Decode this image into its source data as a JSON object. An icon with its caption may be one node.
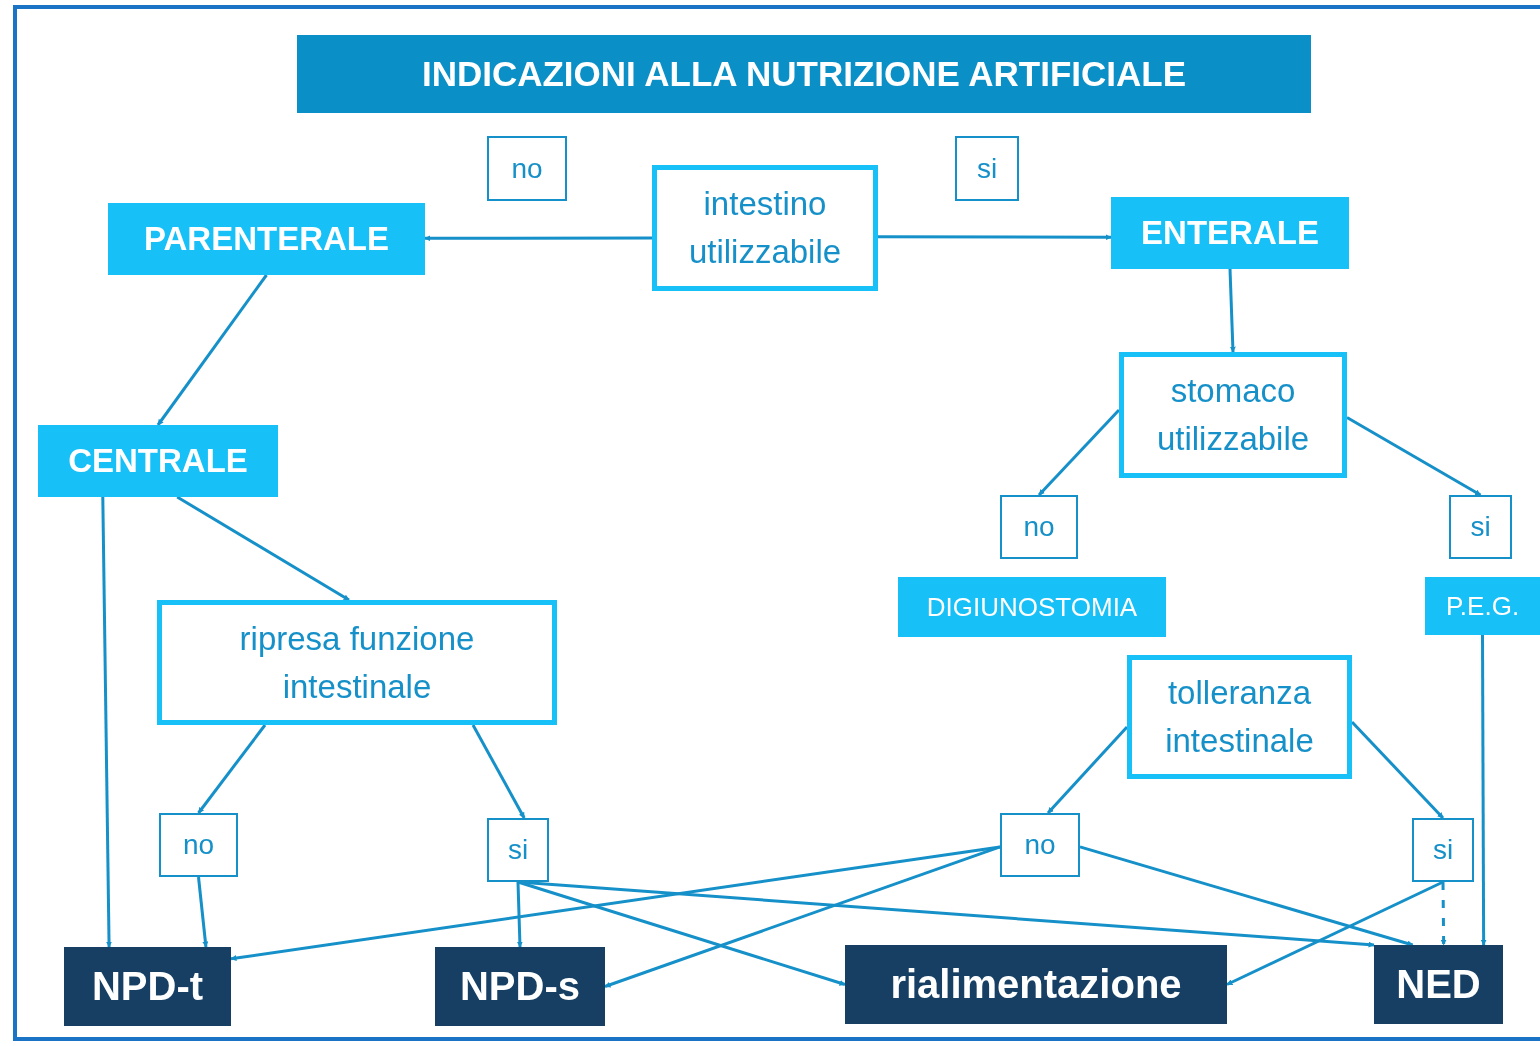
{
  "diagram": {
    "title": "INDICAZIONI ALLA NUTRIZIONE ARTIFICIALE",
    "nodes": [
      {
        "text": [
          "intestino utilizzabile"
        ]
      },
      {
        "text": [
          "no"
        ]
      },
      {
        "text": [
          "si"
        ]
      },
      {
        "text": [
          "PARENTERALE"
        ]
      },
      {
        "text": [
          "ENTERALE"
        ]
      },
      {
        "text": [
          "CENTRALE"
        ]
      },
      {
        "text": [
          "stomaco utilizzabile"
        ]
      },
      {
        "text": [
          "ripresa funzione intestinale"
        ]
      },
      {
        "text": [
          "no"
        ]
      },
      {
        "text": [
          "si"
        ]
      },
      {
        "text": [
          "DIGIUNOSTOMIA"
        ]
      },
      {
        "text": [
          "P.E.G."
        ]
      },
      {
        "text": [
          "tolleranza intestinale"
        ]
      },
      {
        "text": [
          "no"
        ]
      },
      {
        "text": [
          "si"
        ]
      },
      {
        "text": [
          "no"
        ]
      },
      {
        "text": [
          "si"
        ]
      },
      {
        "text": [
          "NPD-t"
        ]
      },
      {
        "text": [
          "NPD-s"
        ]
      },
      {
        "text": [
          "rialimentazione"
        ]
      },
      {
        "text": [
          "NED"
        ]
      }
    ],
    "edges": [
      {
        "from": 0,
        "to": 3,
        "arrow": "to"
      },
      {
        "from": 0,
        "to": 4,
        "arrow": "to"
      },
      {
        "from": 4,
        "to": 6,
        "arrow": "to"
      },
      {
        "from": 3,
        "to": 5,
        "arrow": "to"
      },
      {
        "from": 5,
        "to": 17,
        "arrow": "to"
      },
      {
        "from": 5,
        "to": 7,
        "arrow": "to"
      },
      {
        "from": 6,
        "to": 8,
        "arrow": "to"
      },
      {
        "from": 6,
        "to": 9,
        "arrow": "to"
      },
      {
        "from": 7,
        "to": 13,
        "arrow": "to"
      },
      {
        "from": 7,
        "to": 14,
        "arrow": "to"
      },
      {
        "from": 12,
        "to": 15,
        "arrow": "to"
      },
      {
        "from": 12,
        "to": 16,
        "arrow": "to"
      },
      {
        "from": 13,
        "to": 17,
        "arrow": "to"
      },
      {
        "from": 14,
        "to": 18,
        "arrow": "to"
      },
      {
        "from": 14,
        "to": 19,
        "arrow": "to"
      },
      {
        "from": 14,
        "to": 20,
        "arrow": "to"
      },
      {
        "from": 15,
        "to": 17,
        "arrow": "to"
      },
      {
        "from": 15,
        "to": 18,
        "arrow": "to"
      },
      {
        "from": 15,
        "to": 20,
        "arrow": "to"
      },
      {
        "from": 16,
        "to": 19,
        "arrow": "to"
      },
      {
        "from": 16,
        "to": 20,
        "arrow": "to",
        "style": "dashed"
      },
      {
        "from": 11,
        "to": 20,
        "arrow": "to"
      }
    ]
  }
}
